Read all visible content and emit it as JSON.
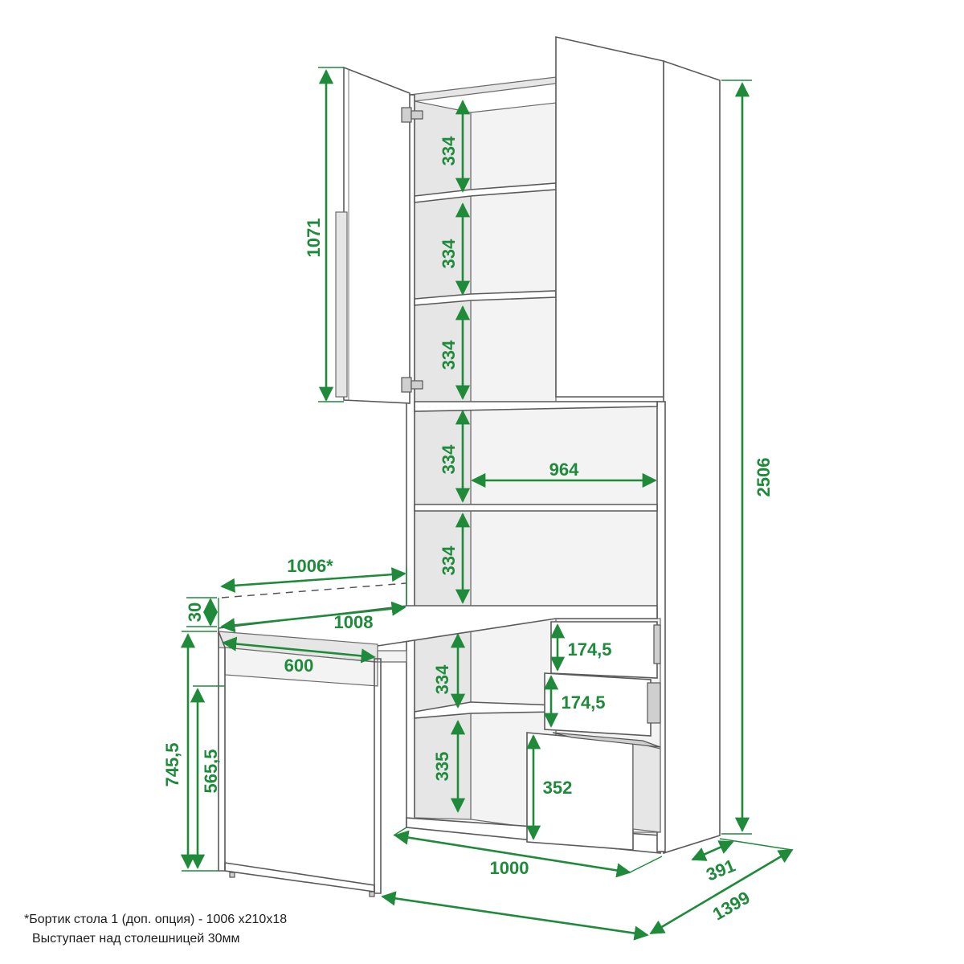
{
  "colors": {
    "dimension": "#1e8a3a",
    "outline": "#5a5a5a",
    "panel": "#ffffff"
  },
  "dimensions": {
    "door_height": "1071",
    "shelf_1": "334",
    "shelf_2": "334",
    "shelf_3": "334",
    "shelf_4": "334",
    "shelf_5": "334",
    "shelf_low_1": "334",
    "shelf_low_2": "335",
    "inner_width": "964",
    "total_height": "2506",
    "rim_length": "1006*",
    "rim_height": "30",
    "desk_length": "1008",
    "desk_depth": "600",
    "desk_height": "745,5",
    "leg_clearance": "565,5",
    "drawer_1": "174,5",
    "drawer_2": "174,5",
    "drawer_3": "352",
    "cabinet_width": "1000",
    "cabinet_depth": "391",
    "total_depth": "1399"
  },
  "notes": {
    "line1": "*Бортик стола 1 (доп. опция) - 1006 х210х18",
    "line2": "Выступает над столешницей 30мм"
  }
}
